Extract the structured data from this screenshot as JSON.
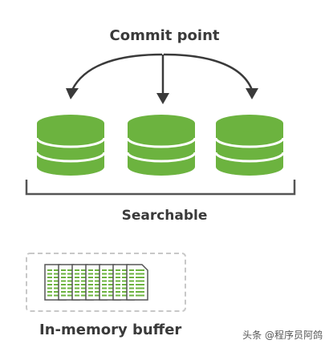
{
  "diagram": {
    "commit_label": "Commit point",
    "searchable_label": "Searchable",
    "buffer_label": "In-memory buffer",
    "segments_count": 3,
    "documents_count": 7
  },
  "watermark": "头条 @程序员阿鸽",
  "colors": {
    "segment": "#6cb33f",
    "segment_stripe": "#ffffff",
    "arrow": "#3a3a3a",
    "bracket": "#555555",
    "dashed_border": "#c8c8c8",
    "doc_lines": "#6cb33f"
  },
  "icons": [
    "segment-disk-icon",
    "document-page-icon",
    "arrow-down-icon"
  ]
}
